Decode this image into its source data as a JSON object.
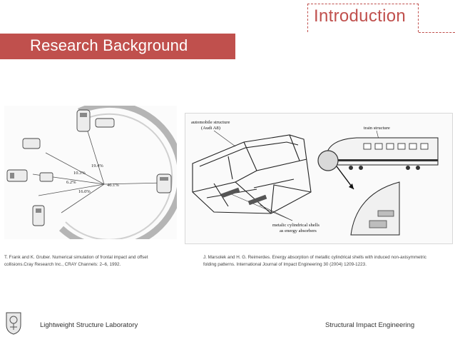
{
  "header": {
    "section_title": "Introduction",
    "slide_title": "Research Background",
    "accent_color": "#c0504d"
  },
  "figure_left": {
    "percentages": [
      "19.4%",
      "10.3%",
      "6.2%",
      "16.0%",
      "46.1%"
    ],
    "citation": "T. Frank and K. Gruber. Numerical simulation of frontal impact and offset collisions.Cray Research Inc., CRAY Channels: 2–6, 1992."
  },
  "figure_right": {
    "label_automobile_line1": "automobile structure",
    "label_automobile_line2": "(Audi A8)",
    "label_train": "train structure",
    "label_shells_line1": "metalic cylindrical shells",
    "label_shells_line2": "as energy absorbers",
    "citation": "J. Marsolek and H. G. Reimerdes. Energy absorption of metallic cylindrical shells with induced non-axisymmetric folding patterns. International Journal of Impact Engineering 30 (2004) 1209-1223."
  },
  "footer": {
    "lab_name": "Lightweight Structure Laboratory",
    "course_name": "Structural Impact Engineering"
  }
}
